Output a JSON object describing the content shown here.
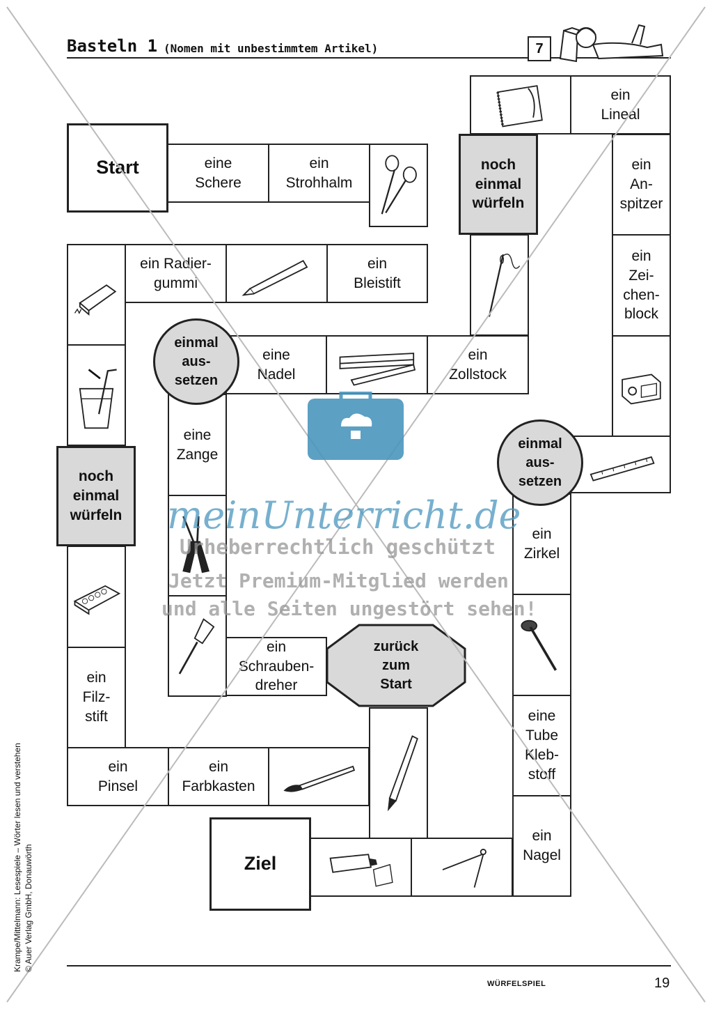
{
  "header": {
    "title": "Basteln 1",
    "subtitle": "(Nomen mit unbestimmtem Artikel)",
    "page_box": "7"
  },
  "board": {
    "start": "Start",
    "goal": "Ziel",
    "words": {
      "schere": "eine\nSchere",
      "strohhalm": "ein\nStrohhalm",
      "radiergummi": "ein Radier-\ngummi",
      "bleistift": "ein\nBleistift",
      "nadel": "eine\nNadel",
      "zollstock": "ein\nZollstock",
      "zange": "eine\nZange",
      "schraubendreher": "ein\nSchrauben-\ndreher",
      "filzstift": "ein\nFilz-\nstift",
      "pinsel": "ein\nPinsel",
      "farbkasten": "ein\nFarbkasten",
      "lineal": "ein\nLineal",
      "anspitzer": "ein\nAn-\nspitzer",
      "zeichenblock": "ein\nZei-\nchen-\nblock",
      "zirkel": "ein\nZirkel",
      "tube_klebstoff": "eine\nTube\nKleb-\nstoff",
      "nagel": "ein\nNagel"
    },
    "special": {
      "roll_again_1": "noch\neinmal\nwürfeln",
      "roll_again_2": "noch\neinmal\nwürfeln",
      "skip_1": "einmal\naus-\nsetzen",
      "skip_2": "einmal\naus-\nsetzen",
      "back_to_start": "zurück\nzum\nStart"
    },
    "pictures": [
      "scissors-icon",
      "pencil-icon",
      "eraser-icon",
      "glass-straw-icon",
      "folding-ruler-icon",
      "needle-icon",
      "notepad-icon",
      "sharpener-icon",
      "ruler-icon",
      "pliers-icon",
      "paintbox-icon",
      "screwdriver-icon",
      "nail-icon",
      "crayon-icon",
      "paintbrush-icon",
      "glue-tube-icon",
      "compass-icon"
    ],
    "colors": {
      "special_fill": "#d9d9d9",
      "line": "#222222"
    }
  },
  "watermark": {
    "brand": "meinUnterricht.de",
    "line1": "Urheberrechtlich geschützt",
    "line2": "Jetzt Premium-Mitglied werden",
    "line3": "und alle Seiten ungestört sehen!"
  },
  "footer": {
    "label": "WÜRFELSPIEL",
    "page_number": "19",
    "credit_line1": "Krampe/Mittelmann: Lesespiele – Wörter lesen und verstehen",
    "credit_line2": "© Auer Verlag GmbH, Donauwörth"
  }
}
